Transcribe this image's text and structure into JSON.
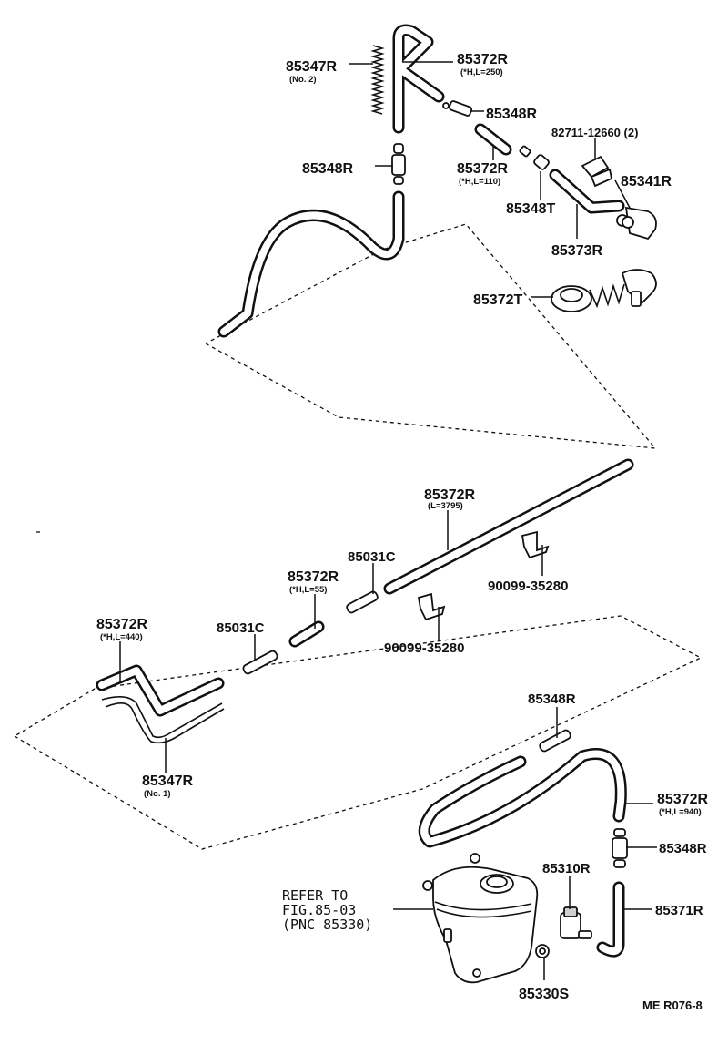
{
  "labels": {
    "p85347r_top": "85347R",
    "p85347r_top_sub": "(No. 2)",
    "p85372r_top": "85372R",
    "p85372r_top_sub": "(*H,L=250)",
    "p85348r_a": "85348R",
    "p85348r_b": "85348R",
    "p82711": "82711-12660 (2)",
    "p85372r_110": "85372R",
    "p85372r_110_sub": "(*H,L=110)",
    "p85341r": "85341R",
    "p85348t": "85348T",
    "p85373r": "85373R",
    "p85372t": "85372T",
    "p85372r_long": "85372R",
    "p85372r_long_sub": "(L=3795)",
    "p85031c_a": "85031C",
    "p90099_a": "90099-35280",
    "p85372r_55": "85372R",
    "p85372r_55_sub": "(*H,L=55)",
    "p85372r_440": "85372R",
    "p85372r_440_sub": "(*H,L=440)",
    "p85031c_b": "85031C",
    "p90099_b": "90099-35280",
    "p85348r_c": "85348R",
    "p85347r_bot": "85347R",
    "p85347r_bot_sub": "(No. 1)",
    "p85372r_940": "85372R",
    "p85372r_940_sub": "(*H,L=940)",
    "p85348r_d": "85348R",
    "p85310r": "85310R",
    "refer_line1": "REFER TO",
    "refer_line2": "FIG.85-03",
    "refer_line3": "(PNC 85330)",
    "p85371r": "85371R",
    "p85330s": "85330S",
    "figure_code": "ME R076-8"
  },
  "colors": {
    "ink": "#111111",
    "background": "#ffffff"
  }
}
